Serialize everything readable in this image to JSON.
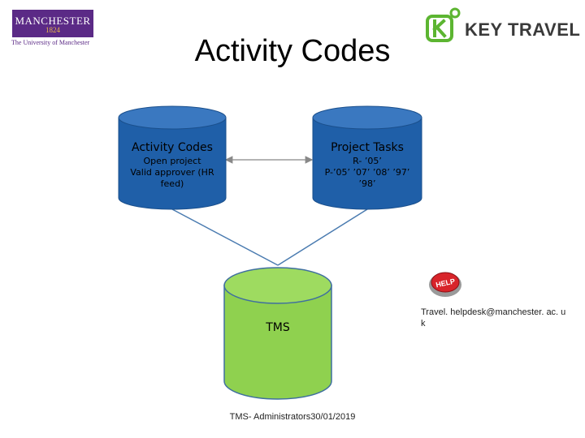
{
  "logos": {
    "university": {
      "wordmark": "MANCHESTER",
      "year": "1824",
      "subtitle": "The University of Manchester"
    },
    "key_travel": {
      "text": "KEY TRAVEL"
    }
  },
  "title": "Activity Codes",
  "nodes": {
    "activity_codes": {
      "title": "Activity Codes",
      "lines": [
        "Open project",
        "Valid approver (HR",
        "feed)"
      ]
    },
    "project_tasks": {
      "title": "Project Tasks",
      "lines": [
        "R- ’05’",
        "P-’05’ ’07’ ’08’ ’97’",
        "’98’"
      ]
    },
    "tms": {
      "title": "TMS"
    }
  },
  "help": {
    "icon": "help-button-icon",
    "badge": "HELP",
    "email": "Travel. helpdesk@manchester. ac. u k"
  },
  "footer": "TMS- Administrators30/01/2019",
  "colors": {
    "cylinder_blue": "#1f5fa8",
    "cylinder_green": "#8fd14f",
    "manchester_purple": "#5b2a86",
    "key_travel_green": "#5cb531",
    "connector": "#4a7bb0"
  }
}
